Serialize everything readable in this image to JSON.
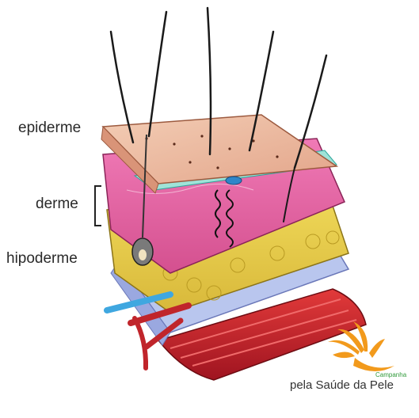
{
  "diagram": {
    "labels": {
      "epidermis": "epiderme",
      "dermis": "derme",
      "hypodermis": "hipoderme"
    }
  },
  "logo": {
    "line1": "Campanha",
    "line2": "pela Saúde da Pele",
    "hand_icon": "orange-hand-icon",
    "accent": "#f29a1c",
    "text_accent": "#2f9a3a"
  },
  "colors": {
    "epidermis": "#e9b8a0",
    "dermis": "#e46aa6",
    "hypodermis": "#e7cf4a",
    "muscle": "#c81f2a",
    "fascia": "#a9b9e6",
    "hair": "#1a1a1a"
  }
}
